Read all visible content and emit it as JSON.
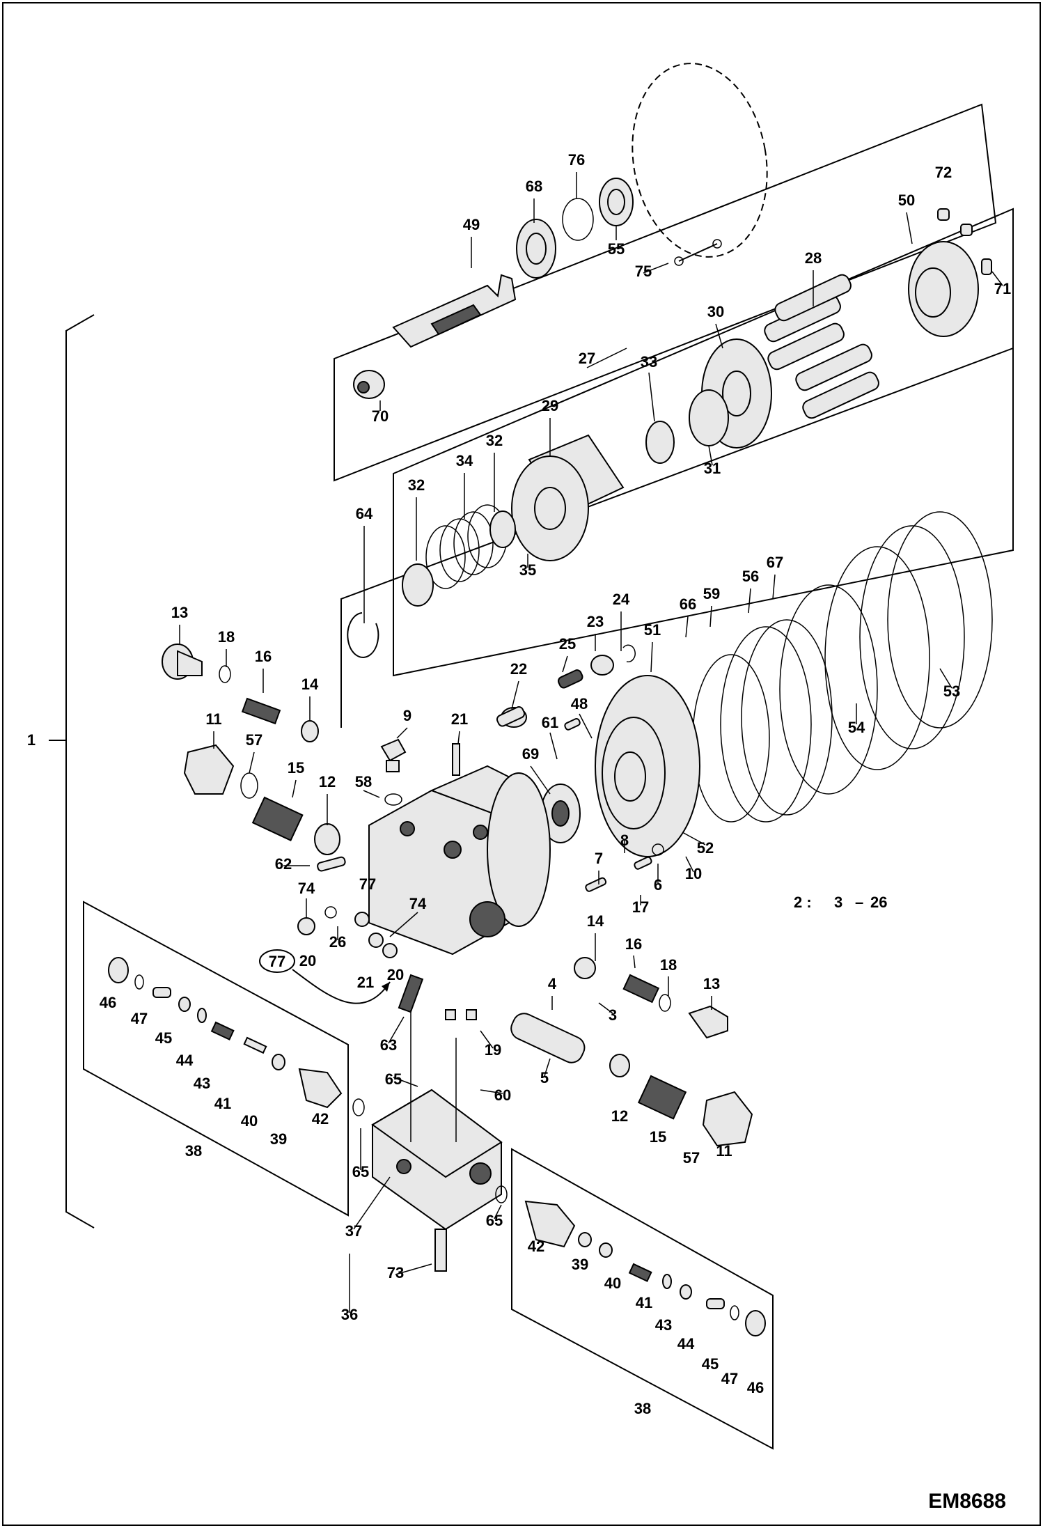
{
  "drawing_code": "EM8688",
  "legend": {
    "ref": "2 :",
    "from": "3",
    "dash": "–",
    "to": "26"
  },
  "callouts": [
    "1",
    "2",
    "3",
    "4",
    "5",
    "6",
    "7",
    "8",
    "9",
    "10",
    "11",
    "12",
    "13",
    "14",
    "15",
    "16",
    "17",
    "18",
    "19",
    "20",
    "21",
    "22",
    "23",
    "24",
    "25",
    "26",
    "27",
    "28",
    "29",
    "30",
    "31",
    "32",
    "33",
    "34",
    "35",
    "36",
    "37",
    "38",
    "39",
    "40",
    "41",
    "42",
    "43",
    "44",
    "45",
    "46",
    "47",
    "48",
    "49",
    "50",
    "51",
    "52",
    "53",
    "54",
    "55",
    "56",
    "57",
    "58",
    "59",
    "60",
    "61",
    "62",
    "63",
    "64",
    "65",
    "66",
    "67",
    "68",
    "69",
    "70",
    "71",
    "72",
    "73",
    "74",
    "75",
    "76",
    "77"
  ],
  "circled_callout": "77"
}
